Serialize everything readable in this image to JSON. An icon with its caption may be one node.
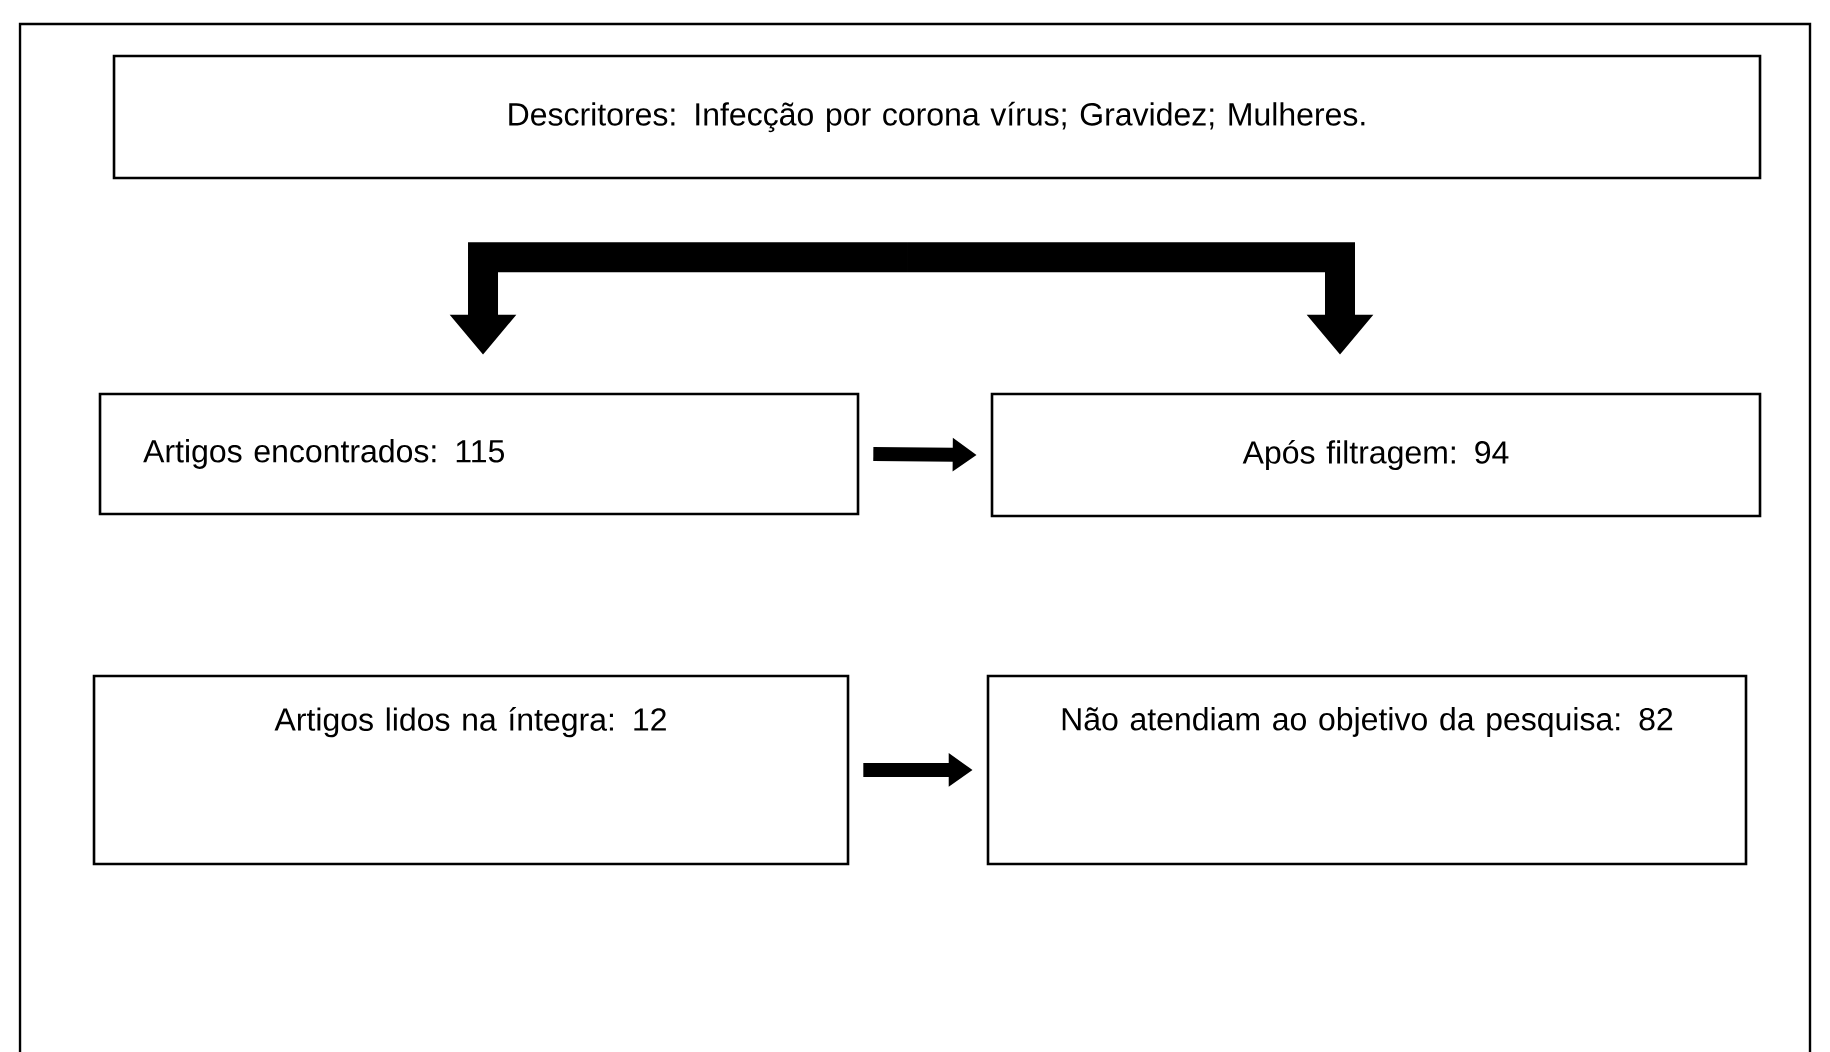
{
  "diagram": {
    "nodes": [
      {
        "text": [
          "Descritores: Infecção por corona vírus; Gravidez; Mulheres."
        ]
      },
      {
        "text": [
          "Artigos encontrados: 115"
        ]
      },
      {
        "text": [
          "Após filtragem: 94"
        ]
      },
      {
        "text": [
          "Artigos lidos na íntegra: 12"
        ]
      },
      {
        "text": [
          "Não atendiam ao objetivo da pesquisa: 82"
        ]
      }
    ],
    "edges": [
      {
        "from": 0,
        "to": 1,
        "arrow": "to",
        "style": "thick"
      },
      {
        "from": 0,
        "to": 2,
        "arrow": "to",
        "style": "thick"
      },
      {
        "from": 1,
        "to": 2,
        "arrow": "to"
      },
      {
        "from": 3,
        "to": 4,
        "arrow": "to"
      }
    ]
  }
}
